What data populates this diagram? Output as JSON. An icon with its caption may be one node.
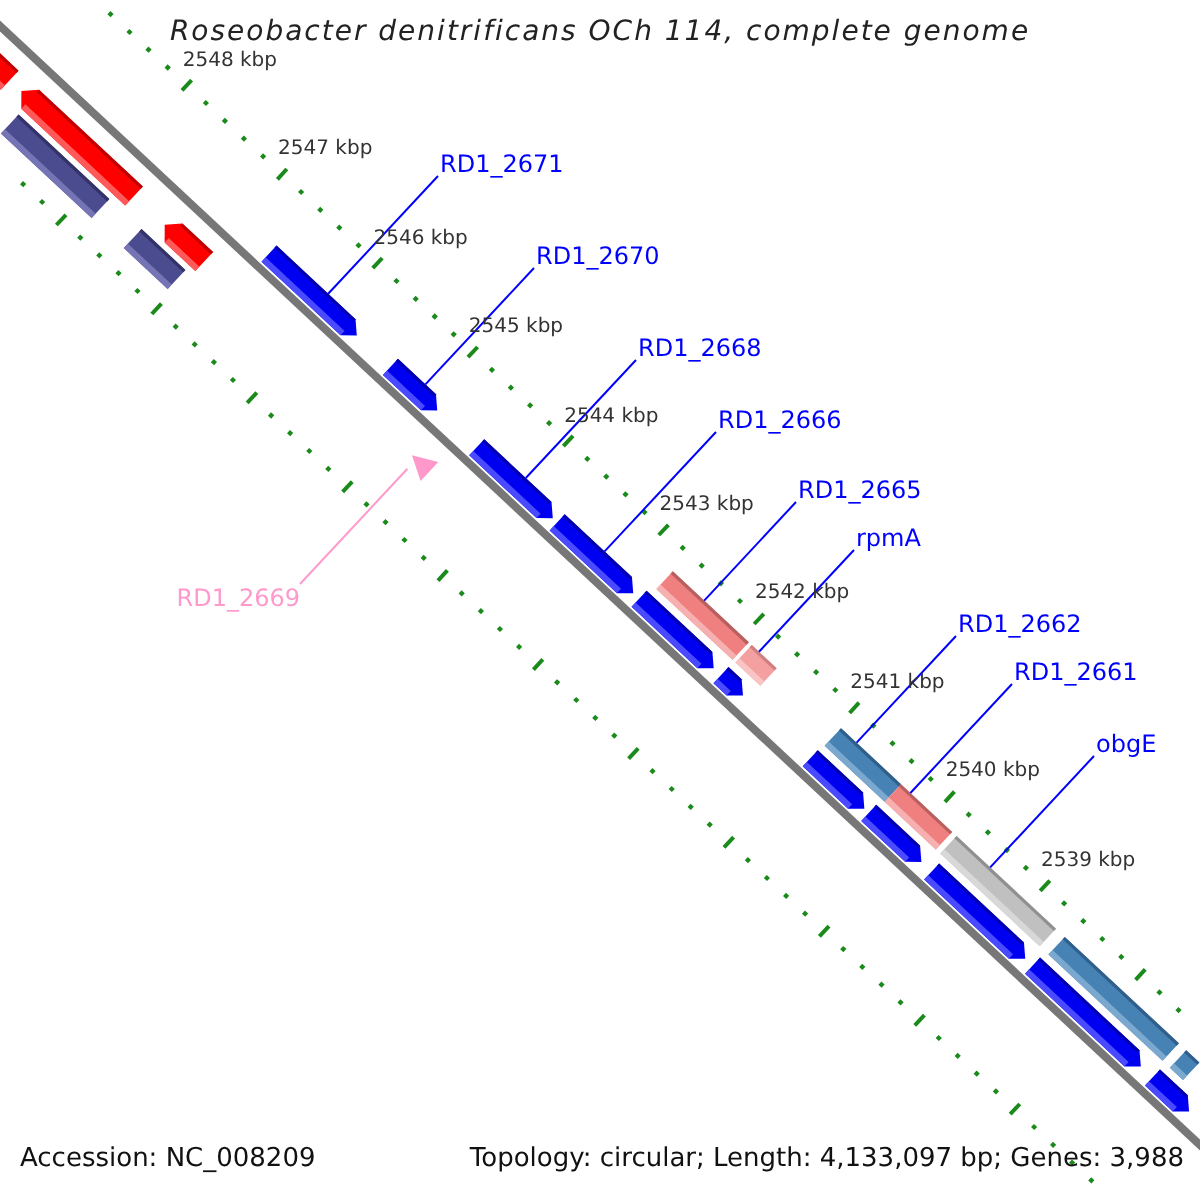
{
  "diagram": {
    "title": "Roseobacter denitrificans OCh 114, complete genome",
    "nodes": [
      {
        "text": [
          "RD1_2671"
        ]
      },
      {
        "text": [
          "RD1_2670"
        ]
      },
      {
        "text": [
          "RD1_2668"
        ]
      },
      {
        "text": [
          "RD1_2666"
        ]
      },
      {
        "text": [
          "RD1_2665"
        ]
      },
      {
        "text": [
          "rpmA"
        ]
      },
      {
        "text": [
          "RD1_2662"
        ]
      },
      {
        "text": [
          "RD1_2661"
        ]
      },
      {
        "text": [
          "obgE"
        ]
      },
      {
        "text": [
          "RD1_2669"
        ]
      },
      {
        "text": [],
        "shape": "pentagon"
      },
      {
        "text": [],
        "shape": "bar"
      },
      {
        "text": [],
        "shape": "pentagon"
      },
      {
        "text": [],
        "shape": "bar"
      },
      {
        "text": [],
        "shape": "pentagon"
      },
      {
        "text": [],
        "shape": "pentagon"
      },
      {
        "text": [],
        "shape": "pentagon"
      },
      {
        "text": [],
        "shape": "triangle"
      },
      {
        "text": [],
        "shape": "pentagon"
      },
      {
        "text": [],
        "shape": "pentagon"
      },
      {
        "text": [],
        "shape": "pentagon"
      },
      {
        "text": [],
        "shape": "bar"
      },
      {
        "text": [],
        "shape": "bar"
      },
      {
        "text": [],
        "shape": "pentagon"
      },
      {
        "text": [],
        "shape": "pentagon"
      },
      {
        "text": [],
        "shape": "bar"
      },
      {
        "text": [],
        "shape": "pentagon"
      },
      {
        "text": [],
        "shape": "bar"
      },
      {
        "text": [],
        "shape": "bar"
      },
      {
        "text": [],
        "shape": "pentagon"
      },
      {
        "text": [],
        "shape": "pentagon"
      },
      {
        "text": [],
        "shape": "bar"
      },
      {
        "text": [],
        "shape": "pentagon"
      },
      {
        "text": [],
        "shape": "bar"
      }
    ],
    "edges": [
      {
        "from": 0,
        "to": 15,
        "arrow": "none"
      },
      {
        "from": 1,
        "to": 16,
        "arrow": "none"
      },
      {
        "from": 2,
        "to": 18,
        "arrow": "none"
      },
      {
        "from": 3,
        "to": 19,
        "arrow": "none"
      },
      {
        "from": 4,
        "to": 21,
        "arrow": "none"
      },
      {
        "from": 5,
        "to": 22,
        "arrow": "none"
      },
      {
        "from": 6,
        "to": 25,
        "arrow": "none"
      },
      {
        "from": 7,
        "to": 27,
        "arrow": "none"
      },
      {
        "from": 8,
        "to": 28,
        "arrow": "none"
      },
      {
        "from": 9,
        "to": 17,
        "arrow": "none",
        "color": "#ff99cc"
      }
    ],
    "labels": [
      "2548 kbp",
      "2547 kbp",
      "2546 kbp",
      "2545 kbp",
      "2544 kbp",
      "2543 kbp",
      "2542 kbp",
      "2541 kbp",
      "2540 kbp",
      "2539 kbp",
      "Accession: NC_008209",
      "Topology: circular; Length: 4,133,097 bp; Genes: 3,988"
    ]
  }
}
